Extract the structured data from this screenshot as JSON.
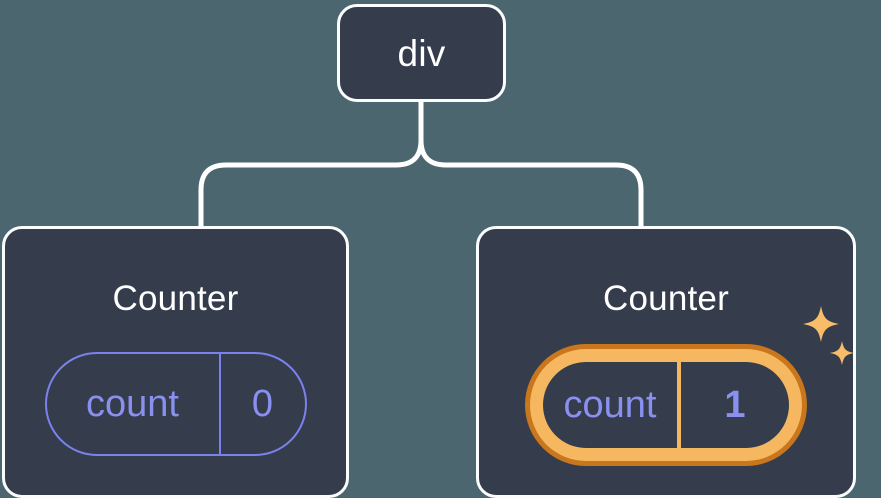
{
  "diagram": {
    "type": "component-tree",
    "background_color": "#4c6670",
    "node_fill_color": "#353d4c",
    "node_border_color": "#fbfcfd",
    "connector_color": "#ffffff",
    "accent_indigo": "#7b82ee",
    "accent_orange_outer": "#c9761d",
    "accent_orange_inner": "#f5b760"
  },
  "root": {
    "label": "div"
  },
  "children": [
    {
      "title": "Counter",
      "state": {
        "key": "count",
        "value": "0"
      },
      "highlighted": false
    },
    {
      "title": "Counter",
      "state": {
        "key": "count",
        "value": "1"
      },
      "highlighted": true,
      "sparkle_icons": [
        "sparkle-large",
        "sparkle-small"
      ]
    }
  ]
}
